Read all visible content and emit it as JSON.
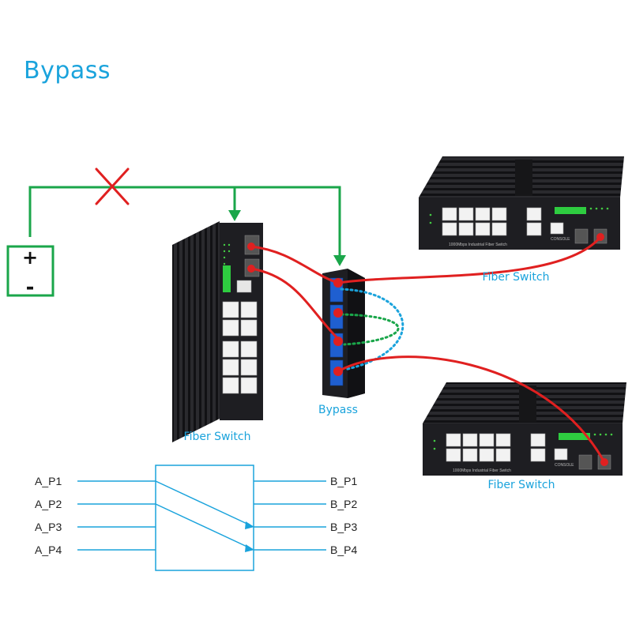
{
  "title": "Bypass",
  "captions": {
    "left_switch": "Fiber Switch",
    "bypass": "Bypass",
    "top_right_switch": "Fiber Switch",
    "bottom_right_switch": "Fiber Switch"
  },
  "power_symbols": {
    "plus": "+",
    "minus": "-"
  },
  "device_print": {
    "right_switch_model": "1000Mbps Industrial Fiber Switch",
    "console": "CONSOLE"
  },
  "ports": {
    "a": [
      "A_P1",
      "A_P2",
      "A_P3",
      "A_P4"
    ],
    "b": [
      "B_P1",
      "B_P2",
      "B_P3",
      "B_P4"
    ]
  },
  "colors": {
    "title": "#1aa3dc",
    "power_line": "#1aa64a",
    "fiber": "#e02020",
    "cut_mark": "#e02020",
    "bypass_blue": "#1aa3dc",
    "bypass_green": "#1aa64a",
    "schematic": "#1aa3dc",
    "device_body": "#1e1e22"
  },
  "icons": {
    "cut_mark": "x-cross-icon",
    "power_supply": "battery-icon",
    "switch": "fiber-switch-icon",
    "bypass": "bypass-module-icon"
  }
}
